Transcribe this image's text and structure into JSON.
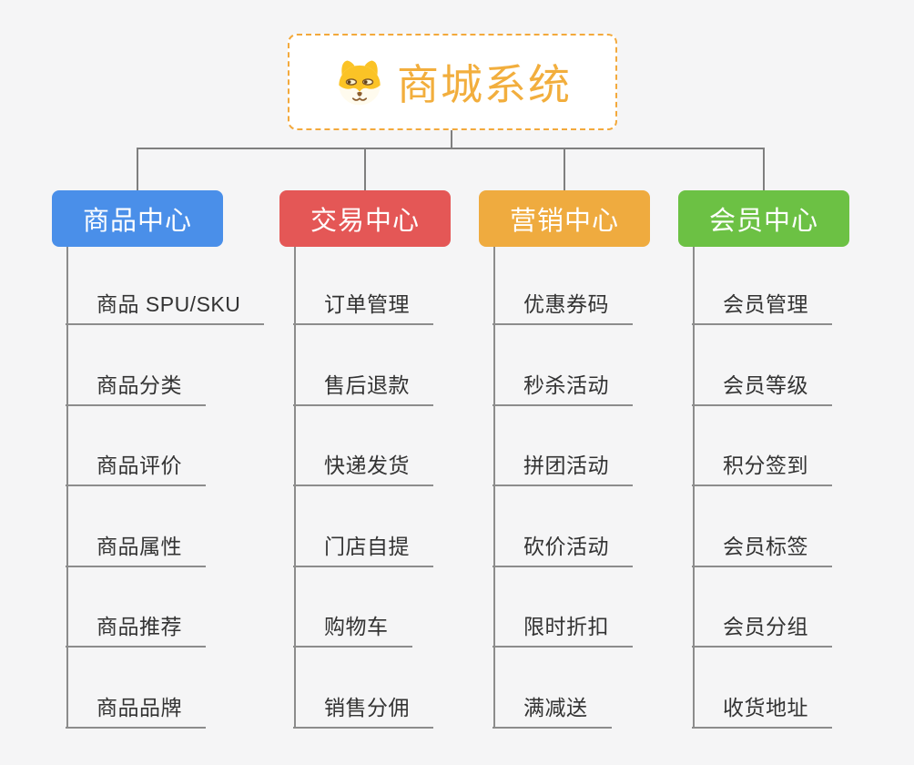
{
  "root": {
    "title": "商城系统",
    "icon": "dog-face-icon"
  },
  "branches": [
    {
      "id": "product-center",
      "label": "商品中心",
      "color": "#4a8fe9",
      "items": [
        "商品 SPU/SKU",
        "商品分类",
        "商品评价",
        "商品属性",
        "商品推荐",
        "商品品牌"
      ]
    },
    {
      "id": "trade-center",
      "label": "交易中心",
      "color": "#e45756",
      "items": [
        "订单管理",
        "售后退款",
        "快递发货",
        "门店自提",
        "购物车",
        "销售分佣"
      ]
    },
    {
      "id": "marketing-center",
      "label": "营销中心",
      "color": "#efab3f",
      "items": [
        "优惠券码",
        "秒杀活动",
        "拼团活动",
        "砍价活动",
        "限时折扣",
        "满减送"
      ]
    },
    {
      "id": "member-center",
      "label": "会员中心",
      "color": "#6cc144",
      "items": [
        "会员管理",
        "会员等级",
        "积分签到",
        "会员标签",
        "会员分组",
        "收货地址"
      ]
    }
  ],
  "colors": {
    "background": "#f5f5f6",
    "connector": "#7f7f7f",
    "underline": "#8c8c8c",
    "item_text": "#333333",
    "root_border": "#f3a93c",
    "root_text": "#f2ae3d",
    "node_text": "#ffffff"
  }
}
